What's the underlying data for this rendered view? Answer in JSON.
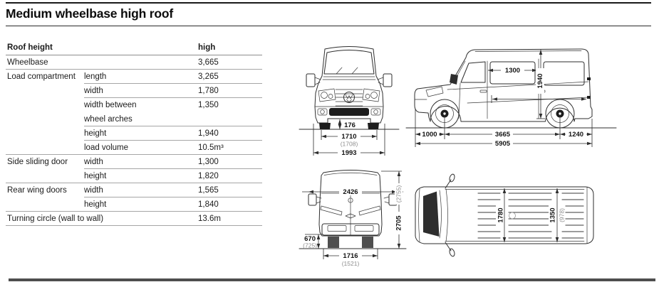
{
  "title": "Medium wheelbase high roof",
  "table": {
    "header": {
      "label": "Roof height",
      "value": "high"
    },
    "rows": [
      {
        "c1": "Wheelbase",
        "c2": "",
        "v": "3,665"
      },
      {
        "c1": "Load compartment",
        "c2": "length",
        "v": "3,265"
      },
      {
        "c1": "",
        "c2": "width",
        "v": "1,780"
      },
      {
        "c1": "",
        "c2": "width between",
        "c2b": "wheel arches",
        "v": "1,350"
      },
      {
        "c1": "",
        "c2": "height",
        "v": "1,940"
      },
      {
        "c1": "",
        "c2": "load volume",
        "v": "10.5m³"
      },
      {
        "c1": "Side sliding door",
        "c2": "width",
        "v": "1,300"
      },
      {
        "c1": "",
        "c2": "height",
        "v": "1,820"
      },
      {
        "c1": "Rear wing doors",
        "c2": "width",
        "v": "1,565"
      },
      {
        "c1": "",
        "c2": "height",
        "v": "1,840"
      },
      {
        "c1": "Turning circle (wall to wall)",
        "c2": "",
        "v": "13.6m"
      }
    ]
  },
  "diagrams": {
    "front_view": {
      "ground_clearance": "176",
      "track_width": "1710",
      "track_width_alt": "(1708)",
      "overall_width": "1993"
    },
    "side_view": {
      "sliding_door_width": "1300",
      "load_height": "1940",
      "front_overhang": "1000",
      "wheelbase": "3665",
      "rear_overhang": "1240",
      "overall_length": "5905"
    },
    "rear_view": {
      "width_incl_mirrors": "2426",
      "overall_height": "2705",
      "overall_height_alt": "(2755)",
      "loading_height": "670",
      "loading_height_alt": "(725)",
      "rear_track": "1716",
      "rear_track_alt": "(1521)"
    },
    "top_view": {
      "load_width": "1780",
      "width_between_arches": "1350",
      "width_between_arches_alt": "(978)"
    }
  }
}
